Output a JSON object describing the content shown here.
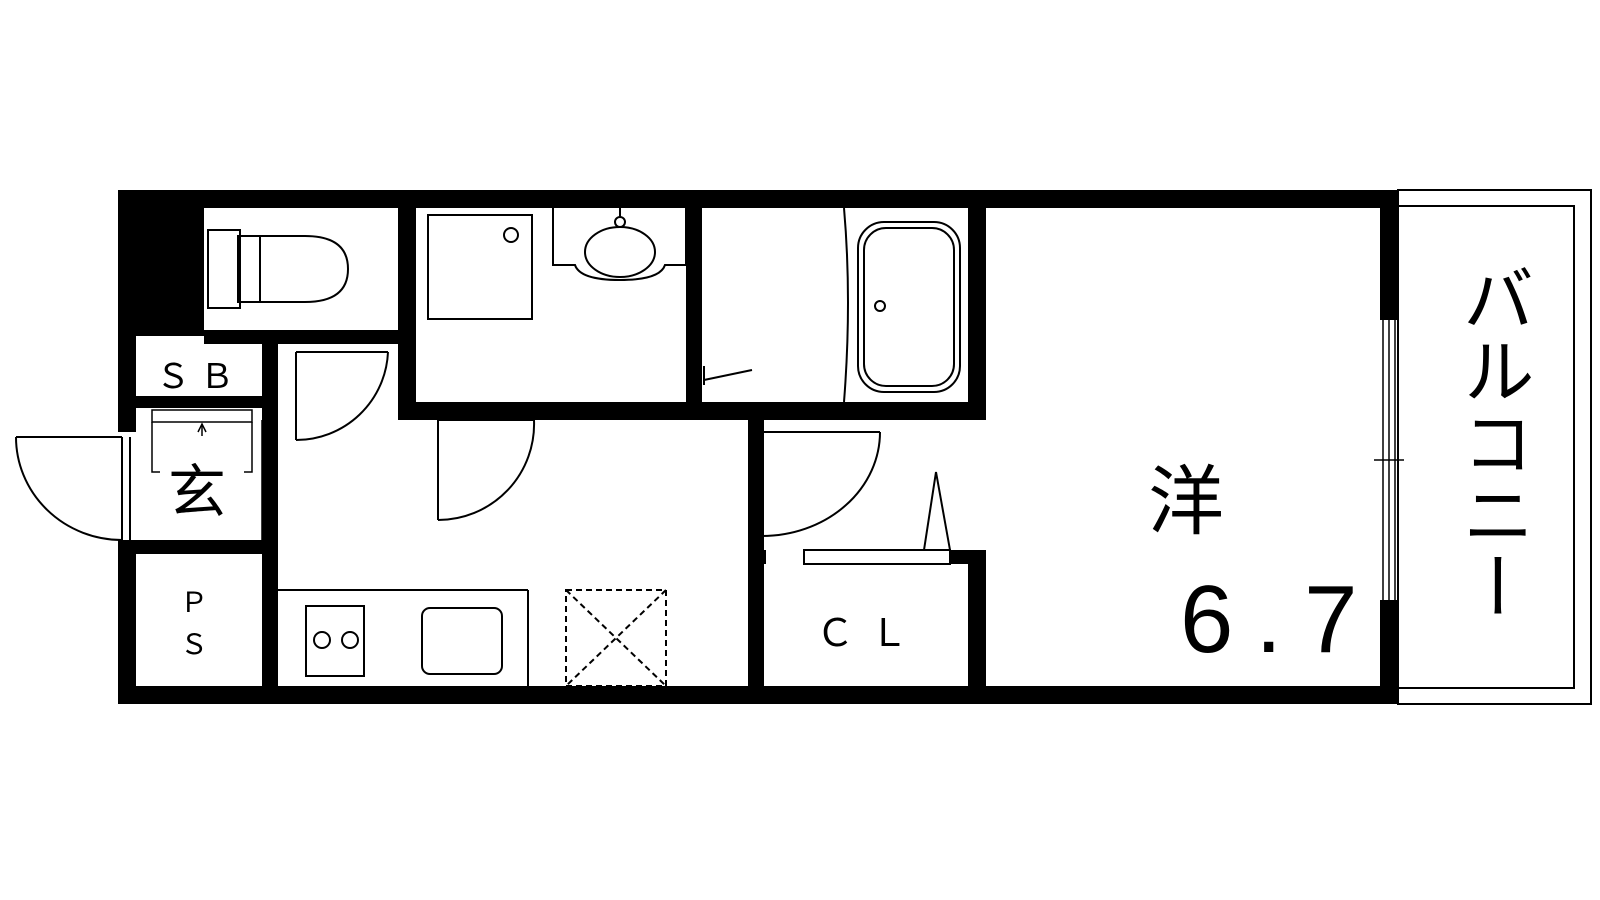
{
  "floor_plan": {
    "rooms": {
      "western_room": {
        "label": "洋",
        "size": "6.7"
      },
      "balcony": {
        "label": "バルコニー"
      },
      "closet": {
        "label": "ＣＬ"
      },
      "shoe_box": {
        "label": "ＳＢ"
      },
      "entrance": {
        "label": "玄"
      },
      "pipe_space": {
        "label": "Ｐ\nＳ",
        "line1": "Ｐ",
        "line2": "Ｓ"
      }
    }
  }
}
